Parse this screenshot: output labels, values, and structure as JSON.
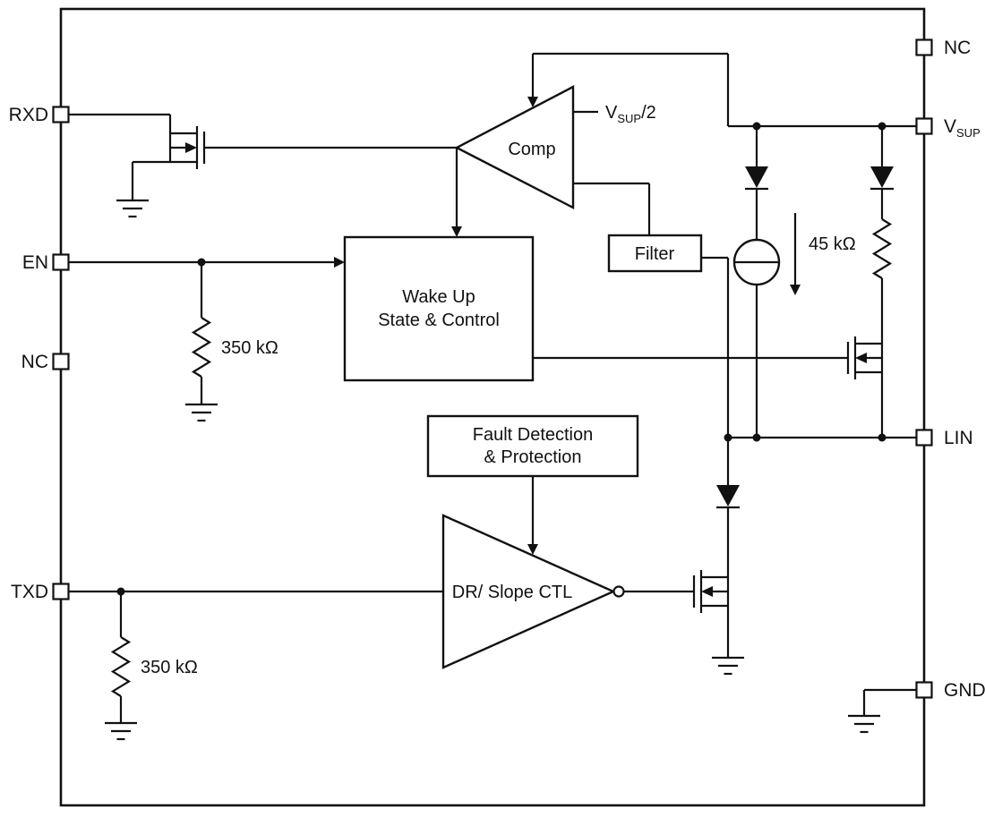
{
  "meta": {
    "description": "LIN transceiver functional block diagram",
    "background_color": "#ffffff",
    "line_color": "#111111"
  },
  "pins": {
    "left": {
      "rxd": "RXD",
      "en": "EN",
      "nc": "NC",
      "txd": "TXD"
    },
    "right": {
      "nc": "NC",
      "vsup_main": "V",
      "vsup_sub": "SUP",
      "lin": "LIN",
      "gnd": "GND"
    }
  },
  "blocks": {
    "comp": "Comp",
    "filter": "Filter",
    "wakeup_line1": "Wake Up",
    "wakeup_line2": "State & Control",
    "fault_line1": "Fault Detection",
    "fault_line2": "& Protection",
    "driver": "DR/ Slope CTL"
  },
  "labels": {
    "comp_ref_main": "V",
    "comp_ref_sub": "SUP",
    "comp_ref_suffix": "/2",
    "resistor_en": "350 kΩ",
    "resistor_txd": "350 kΩ",
    "resistor_lin": "45 kΩ"
  }
}
